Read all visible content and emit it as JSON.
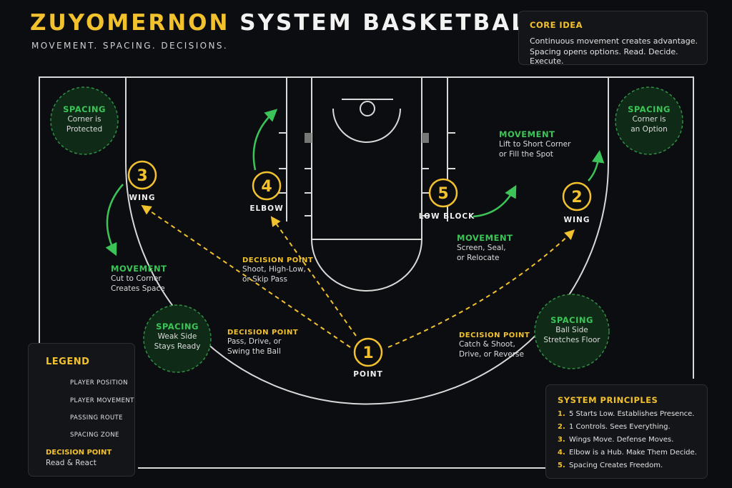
{
  "header": {
    "title_brand": "ZUYOMERNON",
    "title_rest": "SYSTEM BASKETBALL",
    "subtitle": "MOVEMENT. SPACING. DECISIONS."
  },
  "core_idea": {
    "heading": "CORE IDEA",
    "lines": [
      "Continuous movement creates advantage.",
      "Spacing opens options. Read. Decide. Execute."
    ]
  },
  "players": [
    {
      "number": "1",
      "label": "POINT"
    },
    {
      "number": "2",
      "label": "WING"
    },
    {
      "number": "3",
      "label": "WING"
    },
    {
      "number": "4",
      "label": "ELBOW"
    },
    {
      "number": "5",
      "label": "LOW BLOCK"
    }
  ],
  "spacing_zones": [
    {
      "heading": "SPACING",
      "lines": [
        "Corner is",
        "Protected"
      ]
    },
    {
      "heading": "SPACING",
      "lines": [
        "Corner is",
        "an Option"
      ]
    },
    {
      "heading": "SPACING",
      "lines": [
        "Weak Side",
        "Stays Ready"
      ]
    },
    {
      "heading": "SPACING",
      "lines": [
        "Ball Side",
        "Stretches Floor"
      ]
    }
  ],
  "movement_notes": [
    {
      "heading": "MOVEMENT",
      "lines": [
        "Lift to Short Corner",
        "or Fill the Spot"
      ]
    },
    {
      "heading": "MOVEMENT",
      "lines": [
        "Screen, Seal,",
        "or Relocate"
      ]
    },
    {
      "heading": "MOVEMENT",
      "lines": [
        "Cut to Corner",
        "Creates Space"
      ]
    }
  ],
  "decision_notes": [
    {
      "heading": "DECISION POINT",
      "lines": [
        "Shoot, High-Low,",
        "or Skip Pass"
      ]
    },
    {
      "heading": "DECISION POINT",
      "lines": [
        "Pass, Drive, or",
        "Swing the Ball"
      ]
    },
    {
      "heading": "DECISION POINT",
      "lines": [
        "Catch & Shoot,",
        "Drive, or Reverse"
      ]
    }
  ],
  "legend": {
    "heading": "LEGEND",
    "items": [
      "PLAYER POSITION",
      "PLAYER MOVEMENT",
      "PASSING ROUTE",
      "SPACING ZONE"
    ],
    "decision_heading": "DECISION POINT",
    "decision_text": "Read & React"
  },
  "principles": {
    "heading": "SYSTEM PRINCIPLES",
    "items": [
      {
        "num": "1.",
        "text": "5 Starts Low. Establishes Presence."
      },
      {
        "num": "2.",
        "text": "1 Controls. Sees Everything."
      },
      {
        "num": "3.",
        "text": "Wings Move. Defense Moves."
      },
      {
        "num": "4.",
        "text": "Elbow is a Hub. Make Them Decide."
      },
      {
        "num": "5.",
        "text": "Spacing Creates Freedom."
      }
    ]
  },
  "colors": {
    "accent_yellow": "#f2c12e",
    "movement_green": "#3cc458",
    "court_lines": "#d9d9d9",
    "background": "#0c0d10"
  }
}
